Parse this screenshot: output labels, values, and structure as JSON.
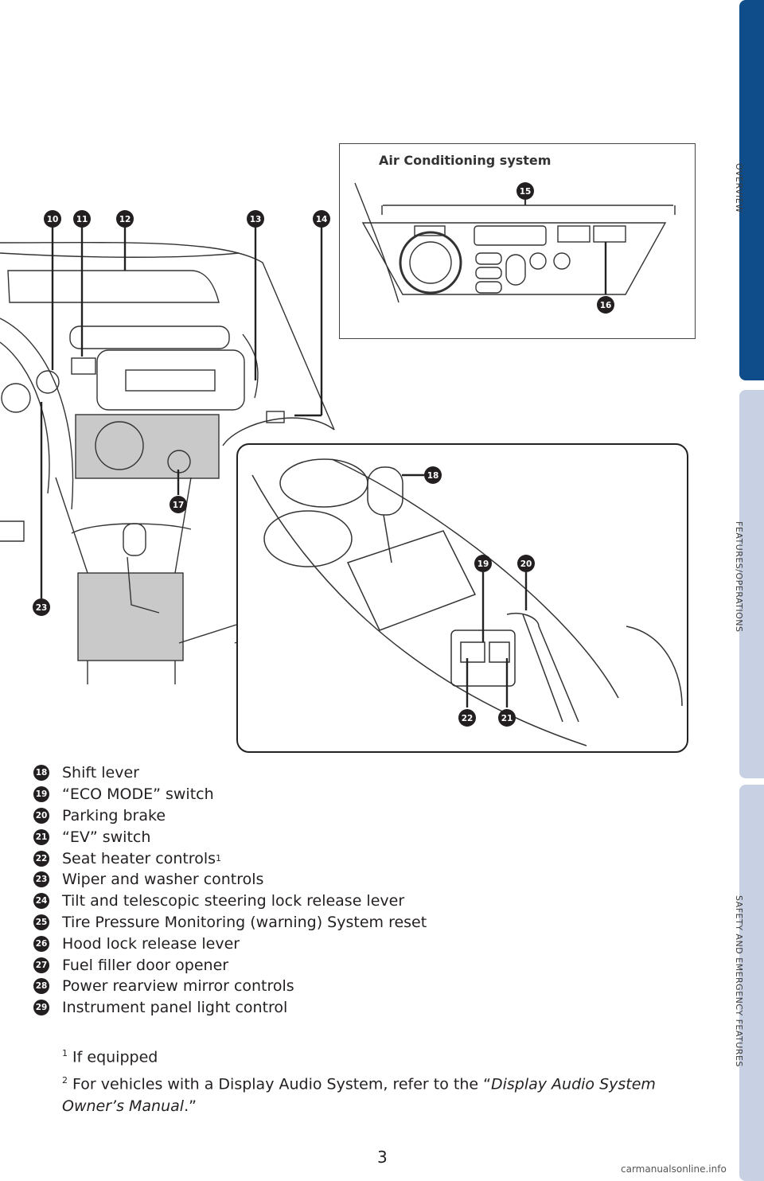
{
  "side_tabs": [
    {
      "label": "OVERVIEW",
      "color": "#0f4c8a"
    },
    {
      "label": "FEATURES/OPERATIONS",
      "color": "#c8d0e4"
    },
    {
      "label": "SAFETY AND EMERGENCY FEATURES",
      "color": "#c8d0e4"
    }
  ],
  "figure": {
    "ac_title": "Air Conditioning system",
    "markers": [
      "10",
      "11",
      "12",
      "13",
      "14",
      "15",
      "16",
      "17",
      "18",
      "19",
      "20",
      "21",
      "22",
      "23"
    ]
  },
  "legend": [
    {
      "num": "18",
      "text": "Shift lever"
    },
    {
      "num": "19",
      "text": "“ECO MODE” switch"
    },
    {
      "num": "20",
      "text": "Parking brake"
    },
    {
      "num": "21",
      "text": "“EV” switch"
    },
    {
      "num": "22",
      "text": "Seat heater controls",
      "sup": "1"
    },
    {
      "num": "23",
      "text": "Wiper and washer controls"
    },
    {
      "num": "24",
      "text": "Tilt and telescopic steering lock release lever"
    },
    {
      "num": "25",
      "text": "Tire Pressure Monitoring (warning) System reset"
    },
    {
      "num": "26",
      "text": "Hood lock release lever"
    },
    {
      "num": "27",
      "text": "Fuel filler door opener"
    },
    {
      "num": "28",
      "text": "Power rearview mirror controls"
    },
    {
      "num": "29",
      "text": "Instrument panel light control"
    }
  ],
  "footnotes": {
    "f1_sup": "1",
    "f1_text": "If equipped",
    "f2_sup": "2",
    "f2_text_a": "For vehicles with a Display Audio System, refer to the “",
    "f2_italic": "Display Audio System Owner’s Manual",
    "f2_text_b": ".”"
  },
  "page_number": "3",
  "watermark": "carmanualsonline.info"
}
